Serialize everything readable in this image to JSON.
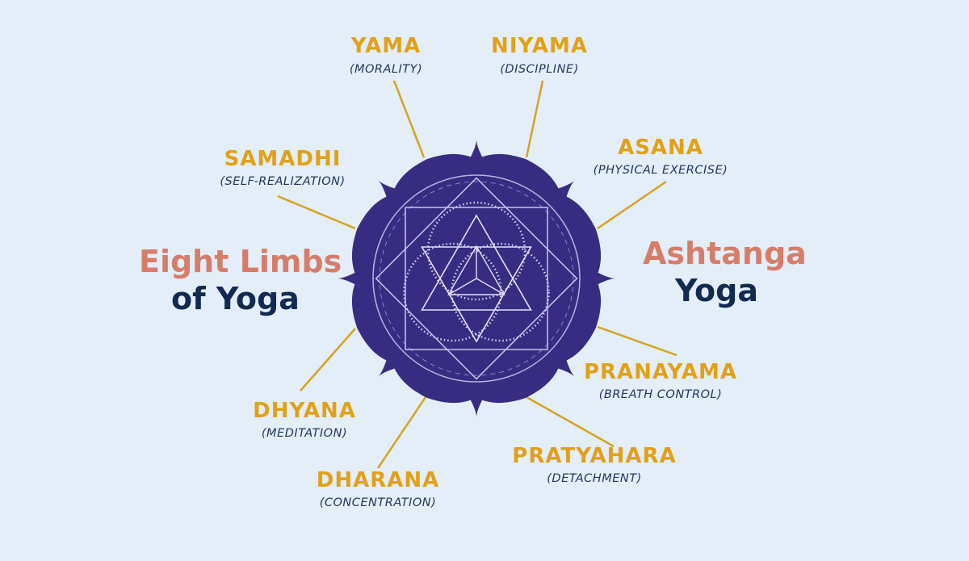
{
  "left_title": {
    "line1": "Eight Limbs",
    "line2": "of Yoga"
  },
  "right_title": {
    "line1": "Ashtanga",
    "line2": "Yoga"
  },
  "limbs": [
    {
      "name": "YAMA",
      "meaning": "(MORALITY)"
    },
    {
      "name": "NIYAMA",
      "meaning": "(DISCIPLINE)"
    },
    {
      "name": "ASANA",
      "meaning": "(PHYSICAL EXERCISE)"
    },
    {
      "name": "PRANAYAMA",
      "meaning": "(BREATH CONTROL)"
    },
    {
      "name": "PRATYAHARA",
      "meaning": "(DETACHMENT)"
    },
    {
      "name": "DHARANA",
      "meaning": "(CONCENTRATION)"
    },
    {
      "name": "DHYANA",
      "meaning": "(MEDITATION)"
    },
    {
      "name": "SAMADHI",
      "meaning": "(SELF-REALIZATION)"
    }
  ],
  "colors": {
    "background": "#e3eef8",
    "lotus": "#372c81",
    "lotus_dark": "#2a2168",
    "limb_name": "#e0a118",
    "limb_meaning": "#24375f",
    "connector": "#d6a224",
    "title_accent": "#d67d6a",
    "title_dark": "#122a50"
  }
}
